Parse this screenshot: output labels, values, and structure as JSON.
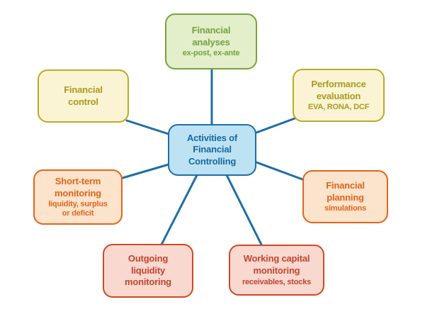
{
  "diagram": {
    "title": "Activities of Financial Controlling mind map",
    "center": {
      "title": [
        "Activities of",
        "Financial",
        "Controlling"
      ]
    },
    "nodes": [
      {
        "id": "financial-analyses",
        "title": [
          "Financial",
          "analyses"
        ],
        "subtitle": "ex-post, ex-ante",
        "theme": "green"
      },
      {
        "id": "performance-evaluation",
        "title": [
          "Performance",
          "evaluation"
        ],
        "subtitle": "EVA, RONA, DCF",
        "theme": "yellow"
      },
      {
        "id": "financial-control",
        "title": [
          "Financial",
          "control"
        ],
        "subtitle": "",
        "theme": "yellow"
      },
      {
        "id": "financial-planning",
        "title": [
          "Financial",
          "planning"
        ],
        "subtitle": "simulations",
        "theme": "orange"
      },
      {
        "id": "short-term-monitoring",
        "title": [
          "Short-term",
          "monitoring"
        ],
        "subtitle": "liquidity, surplus\nor deficit",
        "theme": "orange"
      },
      {
        "id": "outgoing-liquidity",
        "title": [
          "Outgoing",
          "liquidity",
          "monitoring"
        ],
        "subtitle": "",
        "theme": "red"
      },
      {
        "id": "working-capital",
        "title": [
          "Working capital",
          "monitoring"
        ],
        "subtitle": "receivables, stocks",
        "theme": "red"
      }
    ],
    "colors": {
      "connector": "#1e6fa5",
      "green": {
        "bg": "#e3eecb",
        "border": "#79a339",
        "text": "#76a23c"
      },
      "yellow": {
        "bg": "#faf4d5",
        "border": "#bcab27",
        "text": "#ab9a1e"
      },
      "blue": {
        "bg": "#bce2f3",
        "border": "#1e6fa5",
        "text": "#17699f"
      },
      "orange": {
        "bg": "#fce3cb",
        "border": "#e0661c",
        "text": "#e0661c"
      },
      "red": {
        "bg": "#f8d8cf",
        "border": "#cc4a26",
        "text": "#c2452e"
      }
    }
  }
}
